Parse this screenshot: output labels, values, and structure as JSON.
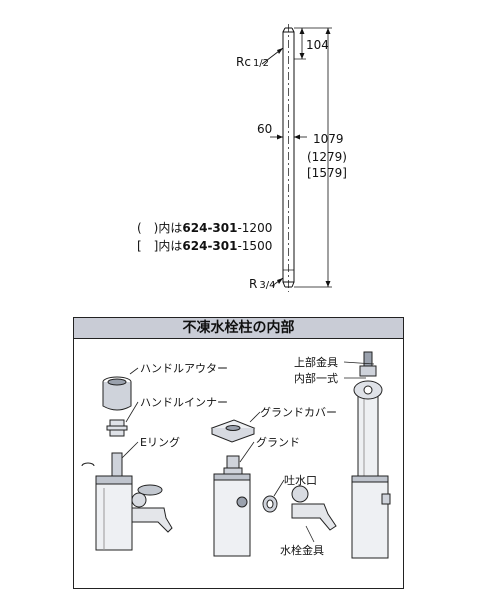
{
  "dimensions": {
    "top_length": "104",
    "total_length": "1079",
    "alt_length_paren": "(1279)",
    "alt_length_bracket": "[1579]",
    "pipe_width": "60",
    "thread_top_prefix": "Rc",
    "thread_top_frac": "1/2",
    "thread_bottom_prefix": "R",
    "thread_bottom_frac": "3/4"
  },
  "notes": [
    {
      "bracket": "(　)",
      "text": "内は",
      "model": "624-301",
      "suffix": "-1200"
    },
    {
      "bracket": "[　]",
      "text": "内は",
      "model": "624-301",
      "suffix": "-1500"
    }
  ],
  "panel": {
    "title": "不凍水栓柱の内部",
    "labels": {
      "handle_outer": "ハンドルアウター",
      "handle_inner": "ハンドルインナー",
      "e_ring": "Eリング",
      "gland_cover": "グランドカバー",
      "gland": "グランド",
      "spout": "吐水口",
      "faucet": "水栓金具",
      "upper_fitting": "上部金具",
      "inner_set": "内部一式"
    }
  }
}
